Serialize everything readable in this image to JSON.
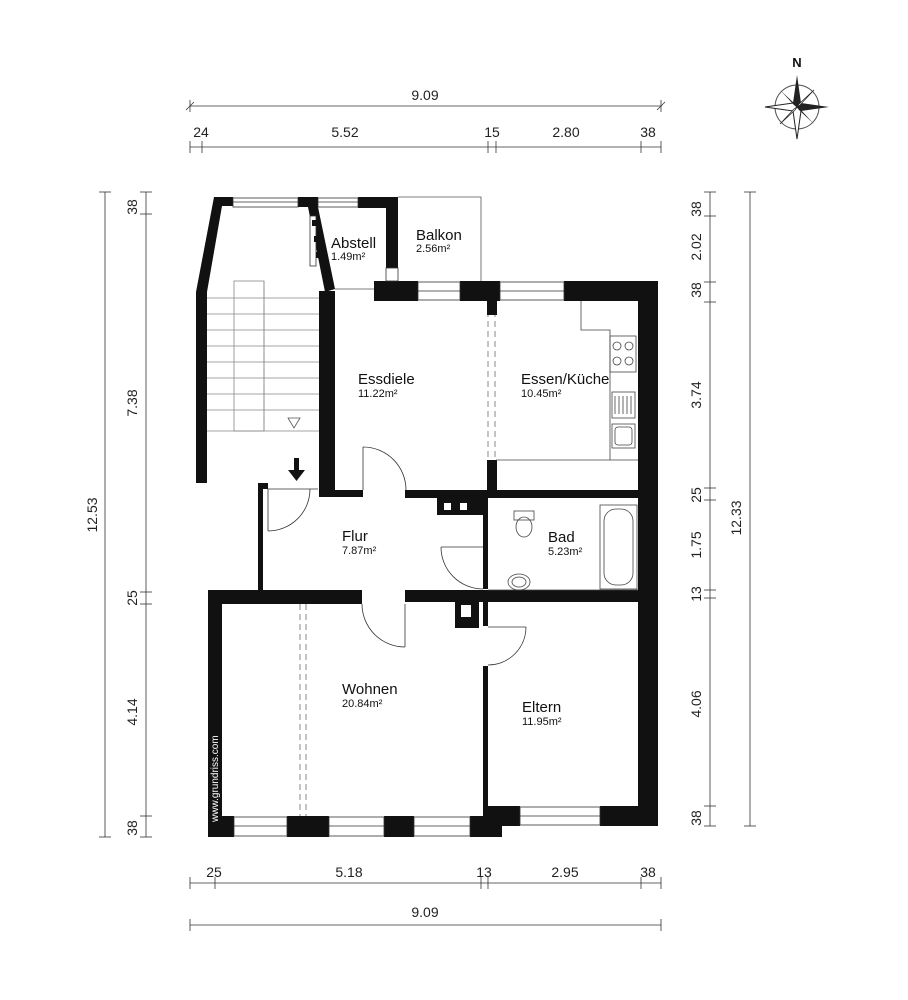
{
  "compass": {
    "north_label": "N"
  },
  "watermark": "www.grundriss.com",
  "dimensions": {
    "top_total": "9.09",
    "top_segments": [
      "24",
      "5.52",
      "15",
      "2.80",
      "38"
    ],
    "bottom_total": "9.09",
    "bottom_segments": [
      "25",
      "5.18",
      "13",
      "2.95",
      "38"
    ],
    "left_total": "12.53",
    "left_segments": [
      "38",
      "7.38",
      "25",
      "4.14",
      "38"
    ],
    "right_total": "12.33",
    "right_segments": [
      "38",
      "2.02",
      "38",
      "3.74",
      "25",
      "1.75",
      "13",
      "4.06",
      "38"
    ]
  },
  "rooms": {
    "abstell": {
      "name": "Abstell",
      "area": "1.49m²"
    },
    "balkon": {
      "name": "Balkon",
      "area": "2.56m²"
    },
    "essdiele": {
      "name": "Essdiele",
      "area": "11.22m²"
    },
    "kueche": {
      "name": "Essen/Küche",
      "area": "10.45m²"
    },
    "flur": {
      "name": "Flur",
      "area": "7.87m²"
    },
    "bad": {
      "name": "Bad",
      "area": "5.23m²"
    },
    "wohnen": {
      "name": "Wohnen",
      "area": "20.84m²"
    },
    "eltern": {
      "name": "Eltern",
      "area": "11.95m²"
    }
  }
}
